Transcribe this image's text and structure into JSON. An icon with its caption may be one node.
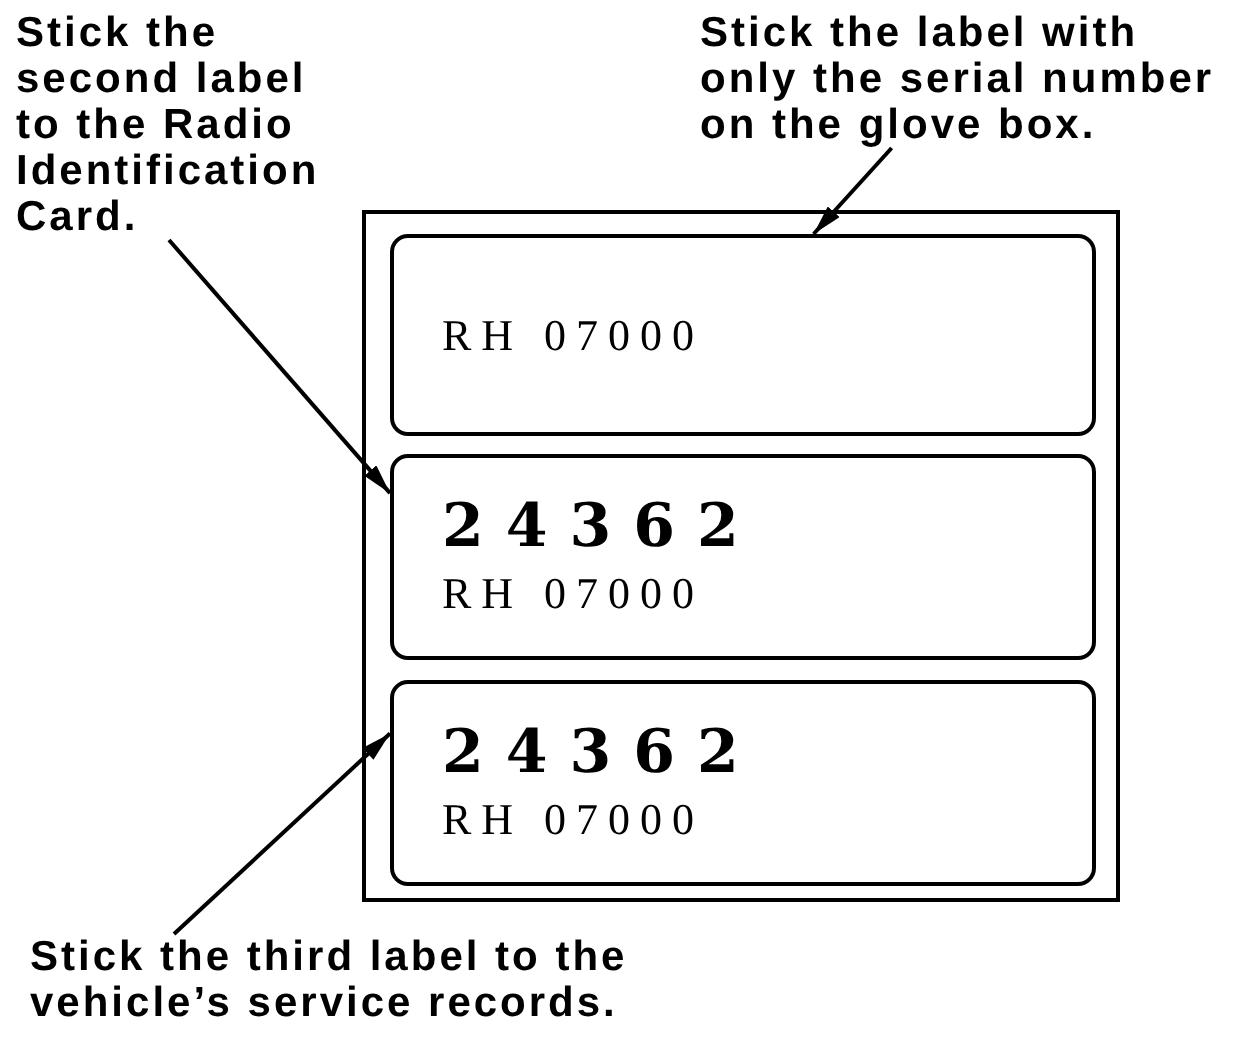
{
  "diagram": {
    "nodes": [
      {
        "text": [
          "Stick the second label to the Radio Identification Card."
        ]
      },
      {
        "text": [
          "Stick the label with only the serial number on the glove box."
        ]
      },
      {
        "text": [],
        "shape": "box"
      },
      {
        "text": [
          "RH 07000"
        ],
        "in": 2
      },
      {
        "text": [
          "24362",
          "RH 07000"
        ],
        "in": 2
      },
      {
        "text": [
          "24362",
          "RH 07000"
        ],
        "in": 2
      },
      {
        "text": [
          "Stick the third label to the vehicle’s service records."
        ]
      }
    ],
    "edges": [
      {
        "from": 0,
        "to": 4,
        "arrow": "to"
      },
      {
        "from": 1,
        "to": 3,
        "arrow": "to"
      },
      {
        "from": 6,
        "to": 5,
        "arrow": "to"
      }
    ]
  }
}
